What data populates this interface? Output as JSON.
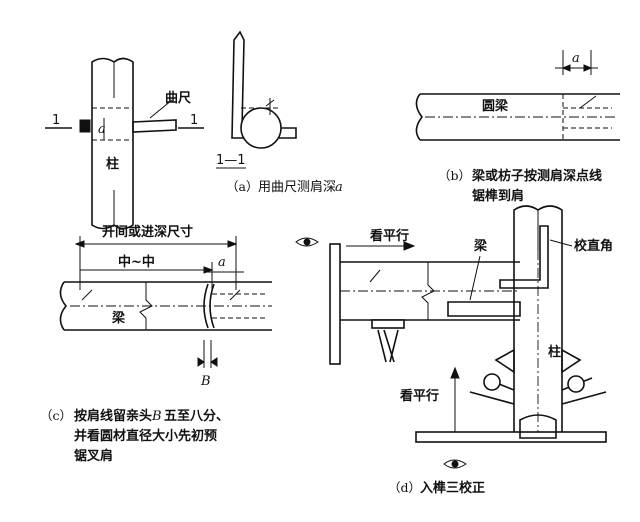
{
  "panel_a": {
    "section_mark_left": "1",
    "section_mark_right": "1",
    "ruler_label": "曲尺",
    "depth_symbol": "a",
    "column_label": "柱",
    "section_label": "1—1",
    "caption_tag": "（a）",
    "caption_text": "用曲尺测肩深",
    "caption_symbol": "a"
  },
  "panel_b": {
    "dim_symbol": "a",
    "beam_label": "圆梁",
    "caption_tag": "（b）",
    "caption_line1": "梁或枋子按测肩深点线",
    "caption_line2": "锯榫到肩"
  },
  "panel_c": {
    "top_dim_label": "开间或进深尺寸",
    "center_label": "中~中",
    "dim_symbol": "a",
    "beam_label": "梁",
    "b_symbol": "B",
    "caption_tag": "（c）",
    "caption_line1_pre": "按肩线留亲头",
    "caption_line1_sym": "B",
    "caption_line1_post": "五至八分、",
    "caption_line2": "并看圆材直径大小先初预",
    "caption_line3": "锯叉肩"
  },
  "panel_d": {
    "sight_label_top": "看平行",
    "beam_label": "梁",
    "square_label": "校直角",
    "column_label": "柱",
    "sight_label_left": "看平行",
    "caption_tag": "（d）",
    "caption_text": "入榫三校正"
  }
}
